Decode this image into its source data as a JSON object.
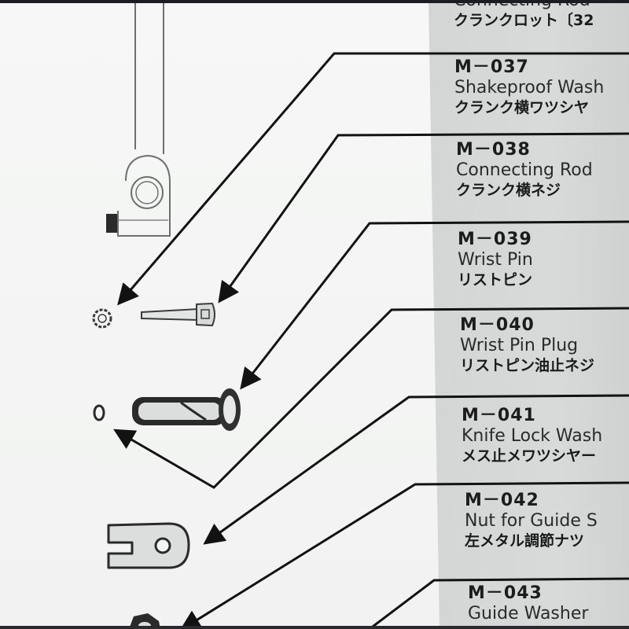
{
  "entries": [
    {
      "code": "",
      "name_en": "Connecting Rod",
      "name_ja": "クランクロット〔32"
    },
    {
      "code": "M－037",
      "name_en": "Shakeproof Wash",
      "name_ja": "クランク横ワツシヤ"
    },
    {
      "code": "M－038",
      "name_en": "Connecting Rod",
      "name_ja": "クランク横ネジ"
    },
    {
      "code": "M－039",
      "name_en": "Wrist Pin",
      "name_ja": "リストピン"
    },
    {
      "code": "M－040",
      "name_en": "Wrist Pin Plug",
      "name_ja": "リストピン油止ネジ"
    },
    {
      "code": "M－041",
      "name_en": "Knife Lock Wash",
      "name_ja": "メス止メワツシヤー"
    },
    {
      "code": "M－042",
      "name_en": "Nut for Guide S",
      "name_ja": "左メタル調節ナツ"
    },
    {
      "code": "M－043",
      "name_en": "Guide Washer",
      "name_ja": ""
    }
  ],
  "colors": {
    "panel": "#d6d8d8",
    "paper": "#f4f5f4",
    "ink": "#1c1c1c"
  },
  "icons": [
    "connecting-rod-icon",
    "shakeproof-washer-icon",
    "screw-icon",
    "wrist-pin-icon",
    "plug-icon",
    "lock-washer-icon",
    "hex-nut-icon"
  ]
}
